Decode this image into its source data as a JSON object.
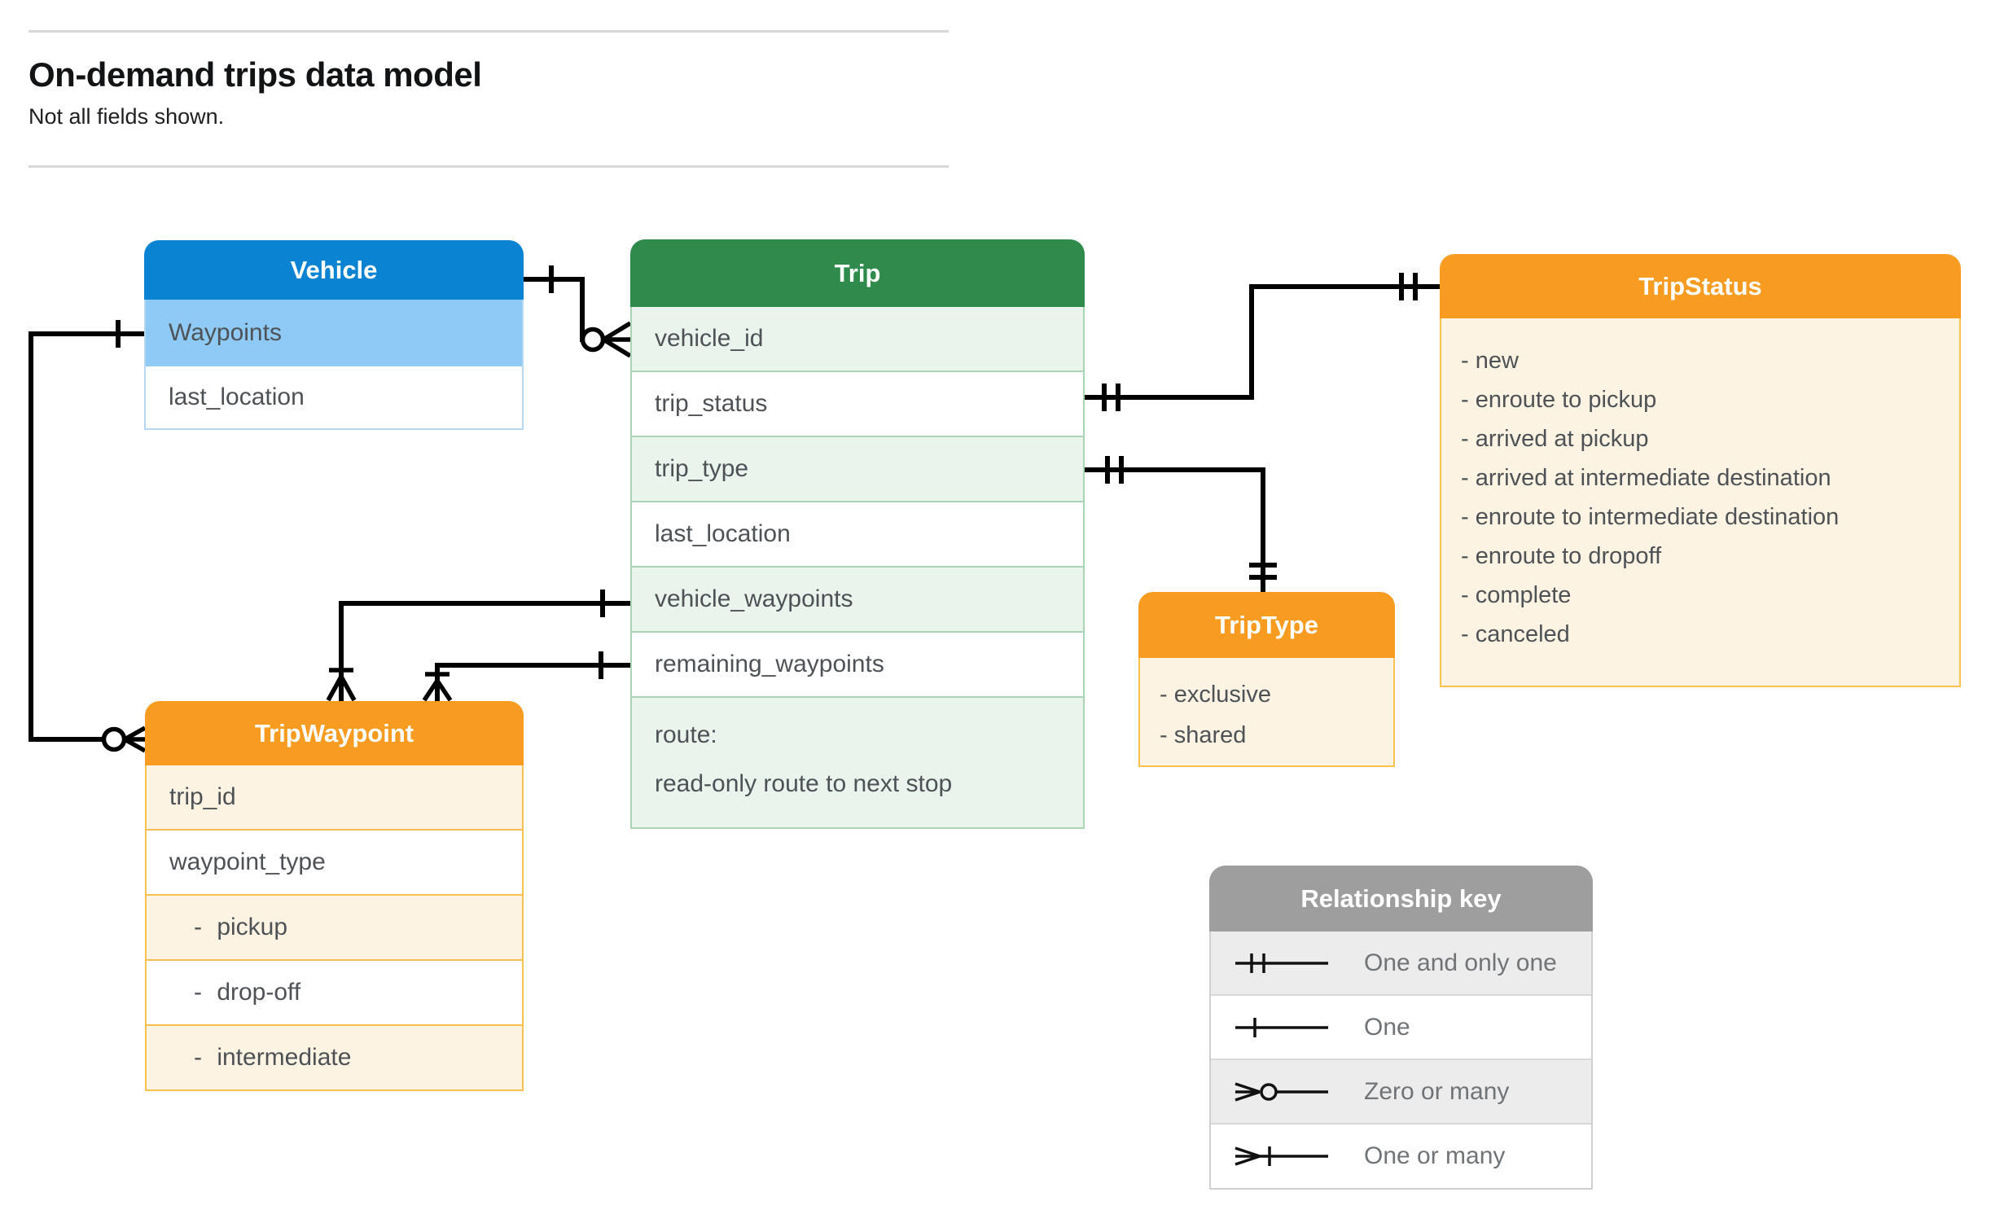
{
  "page": {
    "title": "On-demand trips data model",
    "subtitle": "Not all fields shown."
  },
  "entities": {
    "vehicle": {
      "title": "Vehicle",
      "fields": [
        "Waypoints",
        "last_location"
      ]
    },
    "trip": {
      "title": "Trip",
      "fields": [
        "vehicle_id",
        "trip_status",
        "trip_type",
        "last_location",
        "vehicle_waypoints",
        "remaining_waypoints"
      ],
      "route_label": "route:",
      "route_note": "read-only route to next stop"
    },
    "trip_status": {
      "title": "TripStatus",
      "items": [
        "- new",
        "- enroute to pickup",
        "- arrived at pickup",
        "- arrived at intermediate destination",
        "- enroute to intermediate destination",
        "- enroute to dropoff",
        "- complete",
        "- canceled"
      ]
    },
    "trip_type": {
      "title": "TripType",
      "items": [
        "- exclusive",
        "- shared"
      ]
    },
    "trip_waypoint": {
      "title": "TripWaypoint",
      "fields": [
        "trip_id",
        "waypoint_type"
      ],
      "enum_items": [
        "- pickup",
        "- drop-off",
        "- intermediate"
      ]
    }
  },
  "legend": {
    "title": "Relationship key",
    "rows": [
      {
        "symbol": "one-and-only-one",
        "label": "One and only one"
      },
      {
        "symbol": "one",
        "label": "One"
      },
      {
        "symbol": "zero-or-many",
        "label": "Zero or many"
      },
      {
        "symbol": "one-or-many",
        "label": "One or many"
      }
    ]
  },
  "relationships": [
    {
      "from": "Vehicle",
      "to": "Trip.vehicle_id",
      "from_cardinality": "one",
      "to_cardinality": "zero-or-many"
    },
    {
      "from": "Trip.trip_status",
      "to": "TripStatus",
      "from_cardinality": "one-and-only-one",
      "to_cardinality": "one-and-only-one"
    },
    {
      "from": "Trip.trip_type",
      "to": "TripType",
      "from_cardinality": "one-and-only-one",
      "to_cardinality": "one-and-only-one"
    },
    {
      "from": "Trip.vehicle_waypoints",
      "to": "TripWaypoint",
      "from_cardinality": "one",
      "to_cardinality": "one-or-many"
    },
    {
      "from": "Trip.remaining_waypoints",
      "to": "TripWaypoint",
      "from_cardinality": "one",
      "to_cardinality": "one-or-many"
    },
    {
      "from": "Vehicle.Waypoints",
      "to": "TripWaypoint",
      "from_cardinality": "one",
      "to_cardinality": "zero-or-many"
    }
  ],
  "colors": {
    "vehicle_header": "#0b83d3",
    "vehicle_highlight_row": "#8ecaf5",
    "trip_header": "#2f8b4c",
    "trip_alt_row": "#e9f4ec",
    "enum_header": "#f89c21",
    "enum_body": "#fdf3e3",
    "enum_border": "#f9c14e",
    "key_header": "#9e9e9e",
    "key_alt_row": "#ececec",
    "connector_line": "#000000"
  }
}
